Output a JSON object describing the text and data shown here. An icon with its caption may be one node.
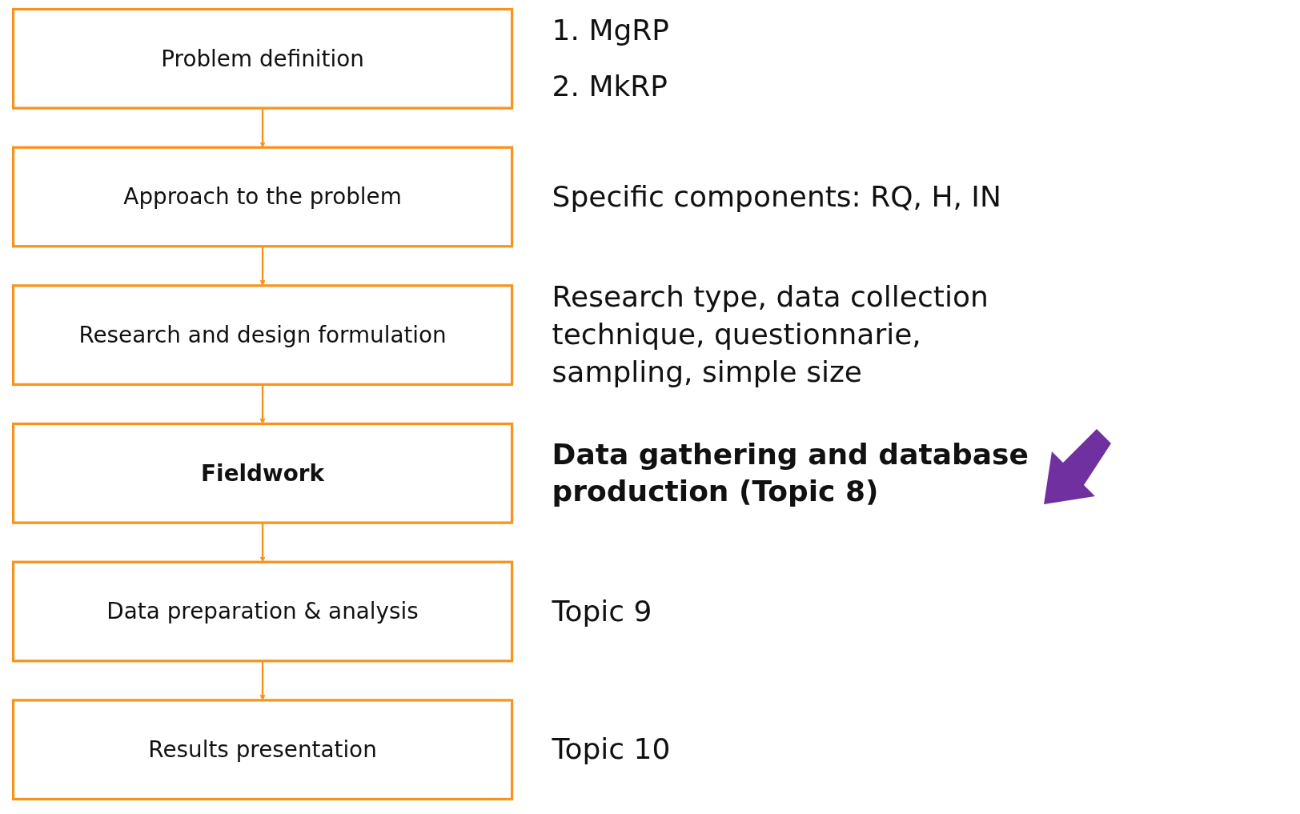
{
  "diagram": {
    "nodes": [
      {
        "text": [
          "Problem definition"
        ],
        "beside": [
          "1. MgRP",
          "2. MkRP"
        ]
      },
      {
        "text": [
          "Approach to the problem"
        ],
        "beside": [
          "Specific components: RQ, H, IN"
        ]
      },
      {
        "text": [
          "Research and design formulation"
        ],
        "beside": [
          "Research type, data collection technique, questionnarie, sampling, simple size"
        ]
      },
      {
        "text": [
          "Fieldwork"
        ],
        "beside": [
          "Data gathering and database production (Topic 8)"
        ]
      },
      {
        "text": [
          "Data preparation & analysis"
        ],
        "beside": [
          "Topic 9"
        ]
      },
      {
        "text": [
          "Results presentation"
        ],
        "beside": [
          "Topic 10"
        ]
      }
    ],
    "edges": [
      {
        "from": 0,
        "to": 1,
        "arrow": "to"
      },
      {
        "from": 1,
        "to": 2,
        "arrow": "to"
      },
      {
        "from": 2,
        "to": 3,
        "arrow": "to"
      },
      {
        "from": 3,
        "to": 4,
        "arrow": "to"
      },
      {
        "from": 4,
        "to": 5,
        "arrow": "to"
      }
    ]
  }
}
